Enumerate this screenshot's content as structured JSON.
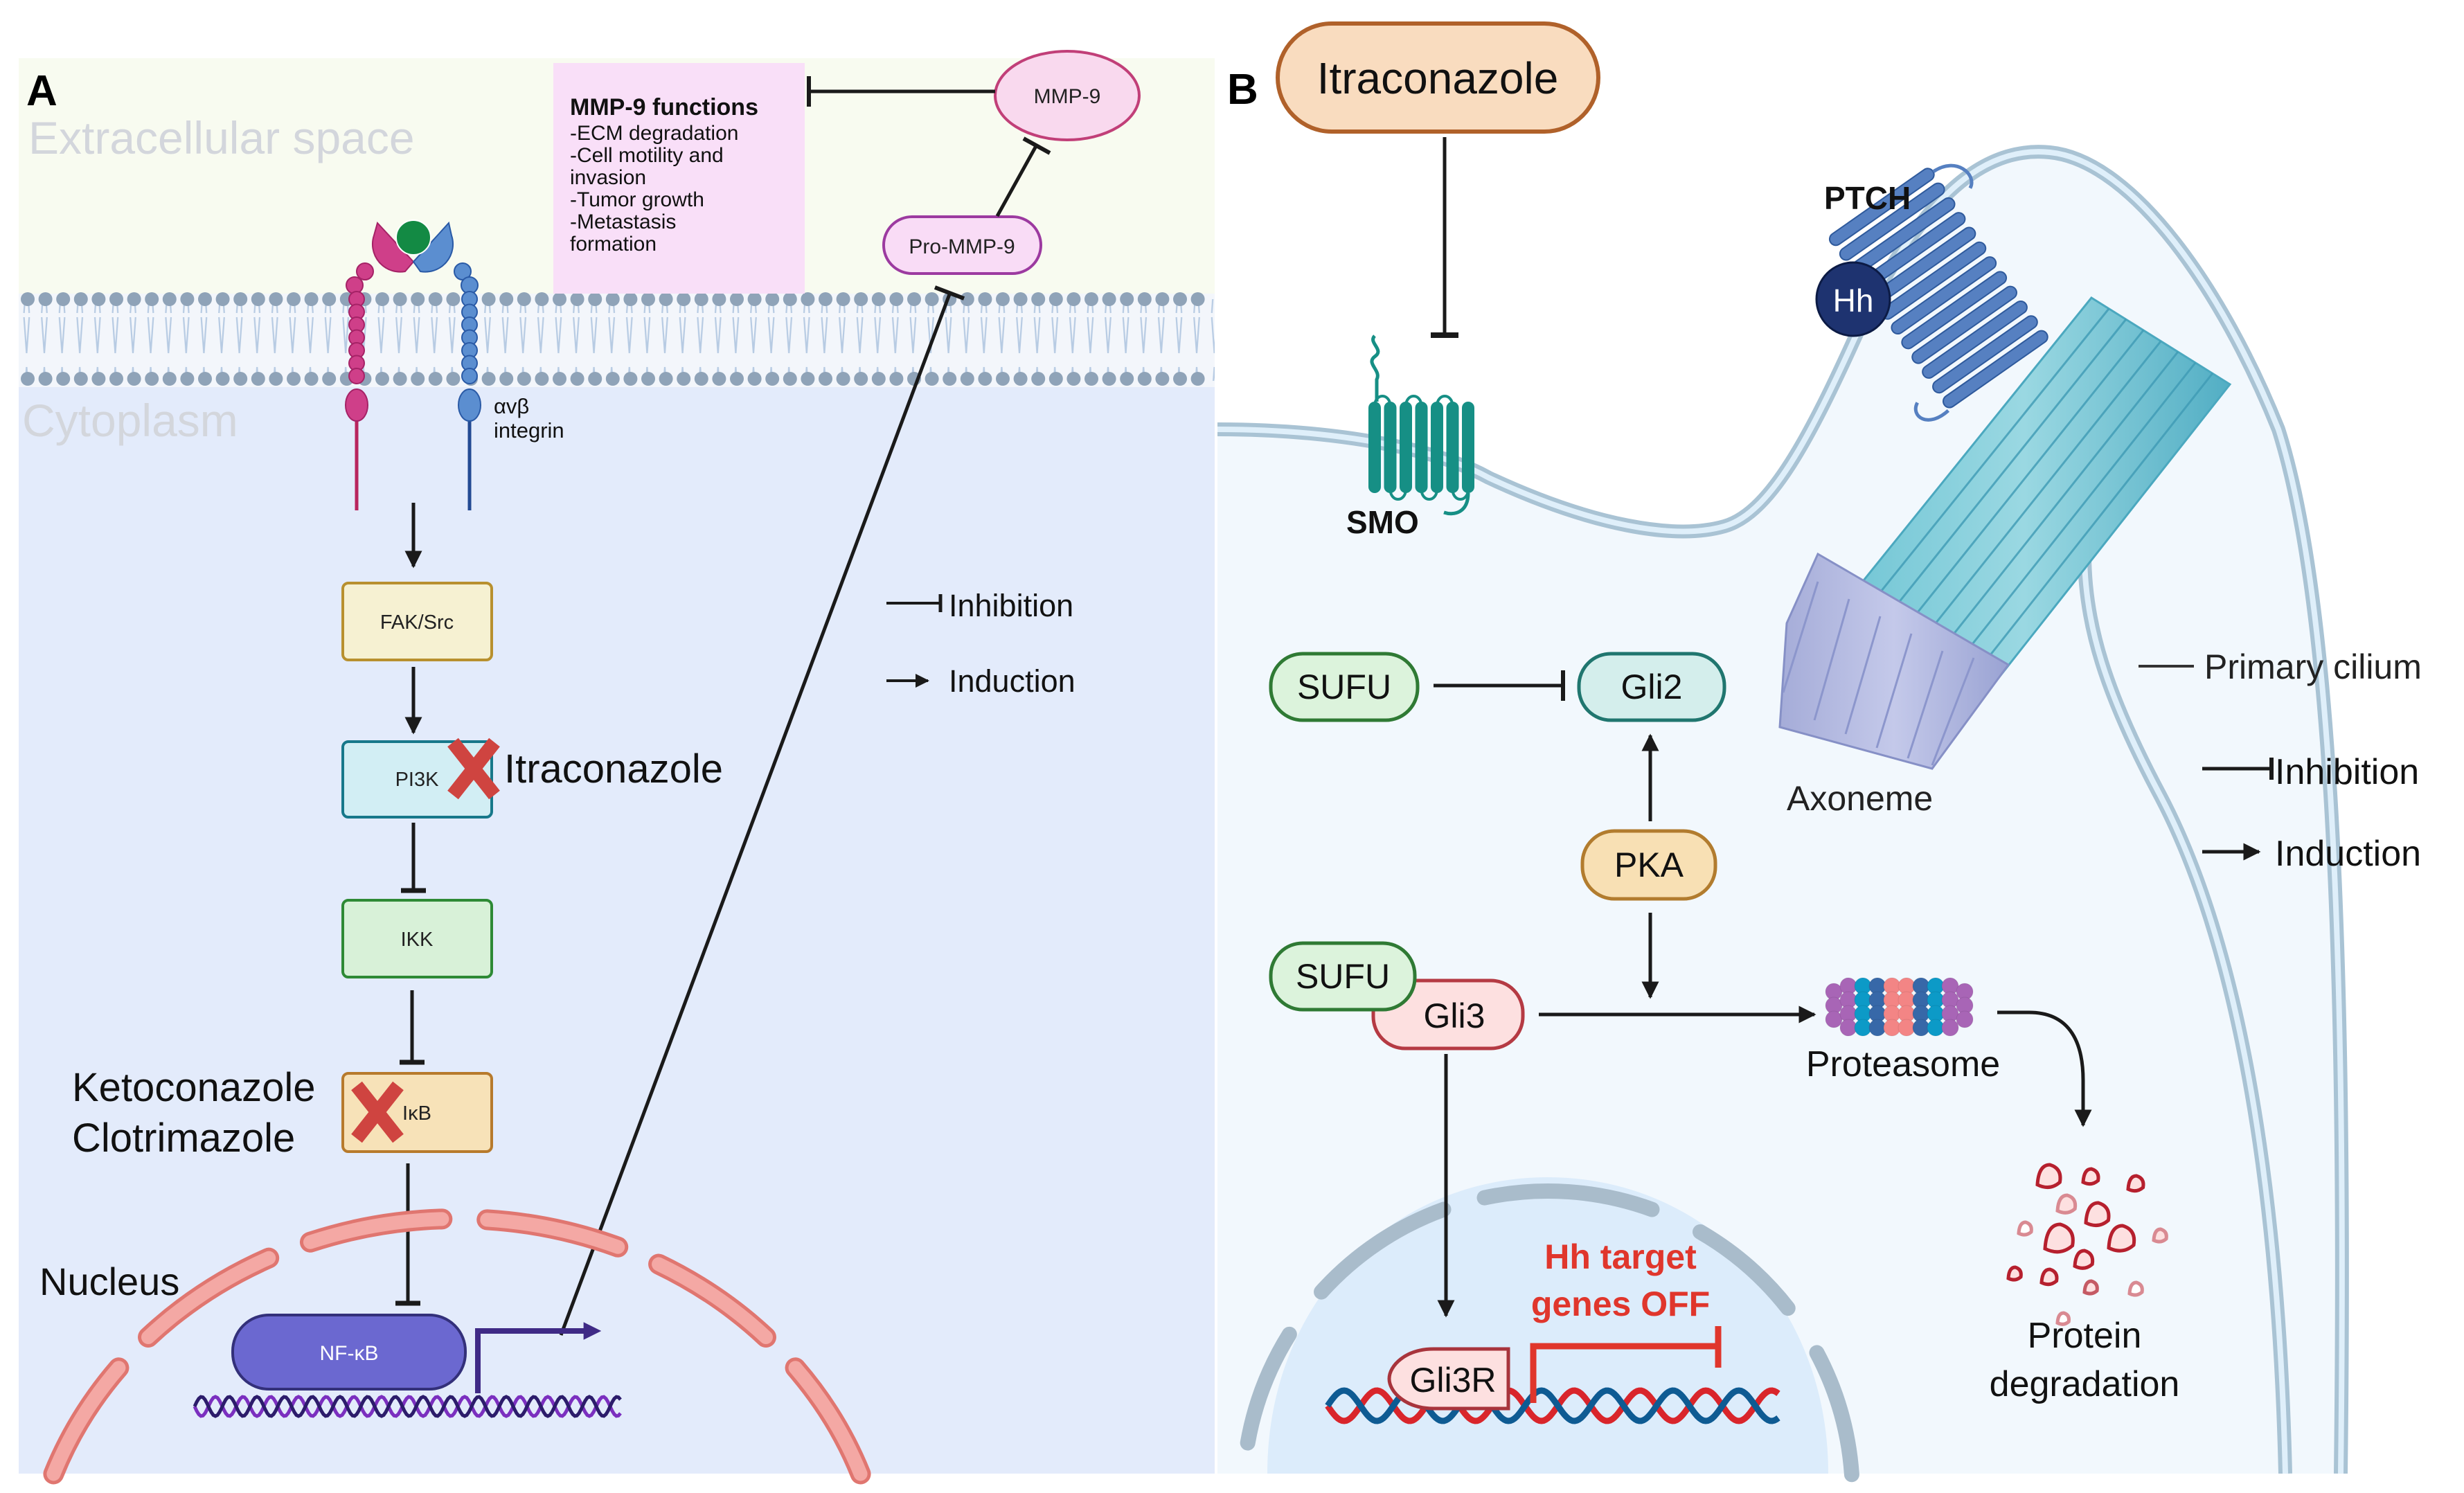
{
  "panels": {
    "a": {
      "letter": "A",
      "extracellular_label": "Extracellular space",
      "cytoplasm_label": "Cytoplasm",
      "integrin_label_line1": "αvβ",
      "integrin_label_line2": "integrin",
      "mmp9_box": {
        "title": "MMP-9 functions",
        "items": [
          "-ECM degradation",
          "-Cell motility and",
          "invasion",
          "-Tumor growth",
          "-Metastasis",
          "formation"
        ]
      },
      "mmp9": "MMP-9",
      "pro_mmp9": "Pro-MMP-9",
      "nodes": {
        "fak_src": "FAK/Src",
        "pi3k": "PI3K",
        "ikk": "IKK",
        "ikb": "IκB",
        "nfkb": "NF-κB"
      },
      "drugs": {
        "pi3k_inhibitor": "Itraconazole",
        "ikb_inhibitor_1": "Ketoconazole",
        "ikb_inhibitor_2": "Clotrimazole"
      },
      "nucleus_label": "Nucleus",
      "legend": {
        "inhibition": "Inhibition",
        "induction": "Induction"
      }
    },
    "b": {
      "letter": "B",
      "drug": "Itraconazole",
      "smo": "SMO",
      "ptch": "PTCH",
      "hh": "Hh",
      "sufu_top": "SUFU",
      "gli2": "Gli2",
      "pka": "PKA",
      "sufu_bottom": "SUFU",
      "gli3": "Gli3",
      "gli3r": "Gli3R",
      "proteasome": "Proteasome",
      "protein_degradation_line1": "Protein",
      "protein_degradation_line2": "degradation",
      "axoneme": "Axoneme",
      "primary_cilium": "Primary cilium",
      "hh_target_line1": "Hh target",
      "hh_target_line2": "genes OFF",
      "legend": {
        "inhibition": "Inhibition",
        "induction": "Induction"
      }
    }
  },
  "colors": {
    "extracellular": "#f8fbf0",
    "cytoplasm_a": "#e3ebfb",
    "cytoplasm_b": "#f3f9fd",
    "nucleus_b": "#dcecfb",
    "inhibit_red": "#e0362c",
    "x_mark": "#d0453f"
  }
}
